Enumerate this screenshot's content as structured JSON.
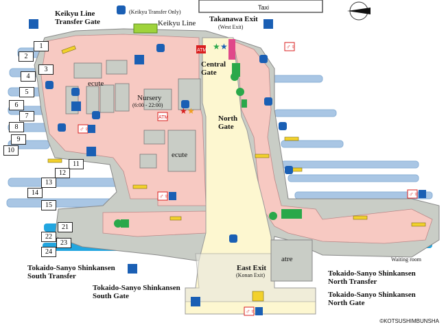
{
  "labels": {
    "keikyu_transfer_gate": "Keikyu Line\nTransfer Gate",
    "keikyu_transfer_only": "(Keikyu Transfer Only)",
    "keikyu_line": "Keikyu Line",
    "taxi": "Taxi",
    "takanawa_exit": "Takanawa Exit",
    "west_exit": "(West Exit)",
    "central_gate": "Central\nGate",
    "ecute_1": "ecute",
    "ecute_2": "ecute",
    "nursery": "Nursery",
    "nursery_hours": "(6:00 - 22:00)",
    "atm_1": "ATM",
    "atm_2": "ATM",
    "north_gate": "North\nGate",
    "east_exit": "East Exit",
    "konan_exit": "(Konan Exit)",
    "atre": "atre",
    "waiting_room": "Waiting room",
    "shinkansen_south_transfer": "Tokaido-Sanyo Shinkansen\nSouth Transfer",
    "shinkansen_south_gate": "Tokaido-Sanyo Shinkansen\nSouth Gate",
    "shinkansen_north_transfer": "Tokaido-Sanyo Shinkansen\nNorth Transfer",
    "shinkansen_north_gate": "Tokaido-Sanyo Shinkansen\nNorth Gate",
    "credit": "©KOTSUSHIMBUNSHA"
  },
  "platforms": [
    "1",
    "2",
    "3",
    "4",
    "5",
    "6",
    "7",
    "8",
    "9",
    "10",
    "11",
    "12",
    "13",
    "14",
    "15",
    "21",
    "22",
    "23",
    "24"
  ],
  "colors": {
    "concourse_pink": "#f7c9c2",
    "station_gray": "#c9cdc6",
    "platform_blue": "#a9c6e4",
    "shinkansen_blue": "#22a6e0",
    "exit_yellow": "#fdf7d0",
    "stairs_yellow": "#f2d12c",
    "keikyu_green": "#9fd33b",
    "gate_green": "#2aa84a",
    "info_blue": "#1a5fb4",
    "toilet_red": "#d91e1e",
    "taxi_magenta": "#e0488a"
  },
  "icons": [
    "locker-icon",
    "toilet-icon",
    "accessible-toilet-icon",
    "atm-icon",
    "info-icon",
    "stairs-icon",
    "escalator-icon",
    "compass-icon",
    "star-icon"
  ]
}
